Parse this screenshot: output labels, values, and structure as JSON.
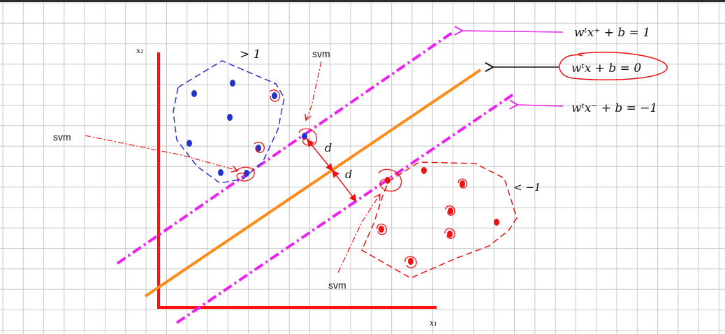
{
  "colors": {
    "grid": "#c8c8c8",
    "axis": "#ff1111",
    "hyperplane": "#ff8c1a",
    "margin": "#ee22ee",
    "positive": "#2233cc",
    "negative": "#ee1111",
    "arrow_dark": "#111111"
  },
  "axes": {
    "x_label": "x₁",
    "y_label": "x₂"
  },
  "equations": {
    "upper": "wᵗx⁺ + b = 1",
    "middle": "wᵗx + b = 0",
    "lower": "wᵗx⁻ + b = −1"
  },
  "regions": {
    "positive_label": "> 1",
    "negative_label": "< −1"
  },
  "annotations": {
    "svm_top": "svm",
    "svm_left": "svm",
    "svm_bottom": "svm",
    "distance_1": "d",
    "distance_2": "d"
  }
}
